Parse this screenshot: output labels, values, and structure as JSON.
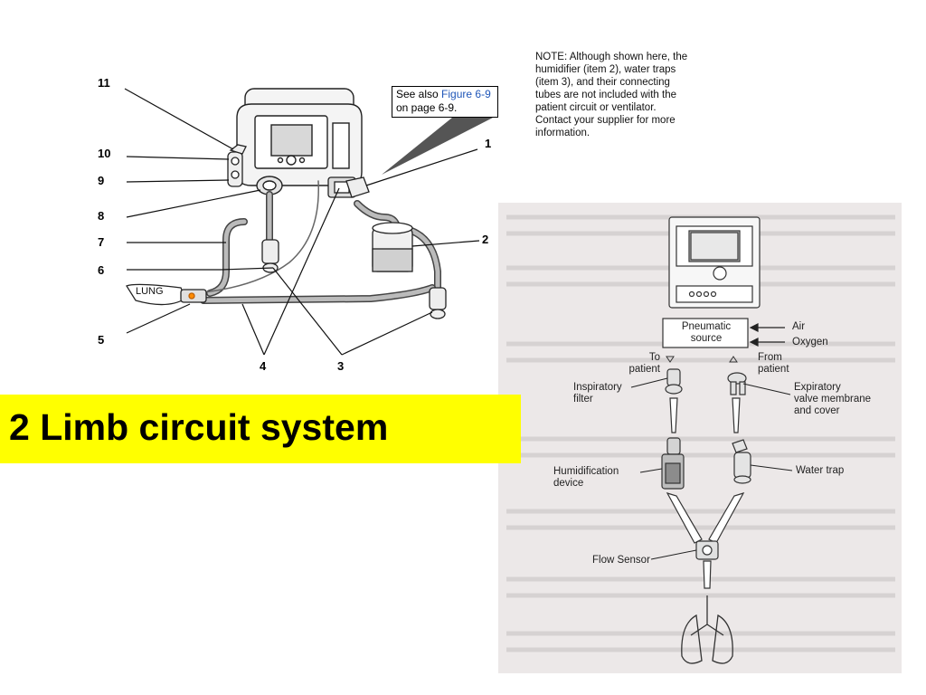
{
  "callouts": {
    "c11": "11",
    "c10": "10",
    "c9": "9",
    "c8": "8",
    "c7": "7",
    "c6": "6",
    "c5": "5",
    "c4": "4",
    "c3": "3",
    "c2": "2",
    "c1": "1"
  },
  "lung_label": "LUNG",
  "see_also": {
    "prefix": "See also ",
    "link": "Figure 6-9",
    "suffix": "on page 6-9."
  },
  "note_lines": [
    "NOTE: Although shown here, the",
    "humidifier (item 2), water traps",
    "(item 3), and their connecting",
    "tubes are not included with the",
    "patient circuit or ventilator.",
    "Contact your supplier for more",
    "information."
  ],
  "banner": "2 Limb circuit system",
  "scan_labels": {
    "pneumatic_source_1": "Pneumatic",
    "pneumatic_source_2": "source",
    "air": "Air",
    "oxygen": "Oxygen",
    "to_patient_1": "To",
    "to_patient_2": "patient",
    "from_patient_1": "From",
    "from_patient_2": "patient",
    "inspiratory_filter_1": "Inspiratory",
    "inspiratory_filter_2": "filter",
    "expiratory_valve_1": "Expiratory",
    "expiratory_valve_2": "valve membrane",
    "expiratory_valve_3": "and cover",
    "humidification_1": "Humidification",
    "humidification_2": "device",
    "water_trap": "Water trap",
    "flow_sensor": "Flow Sensor"
  }
}
